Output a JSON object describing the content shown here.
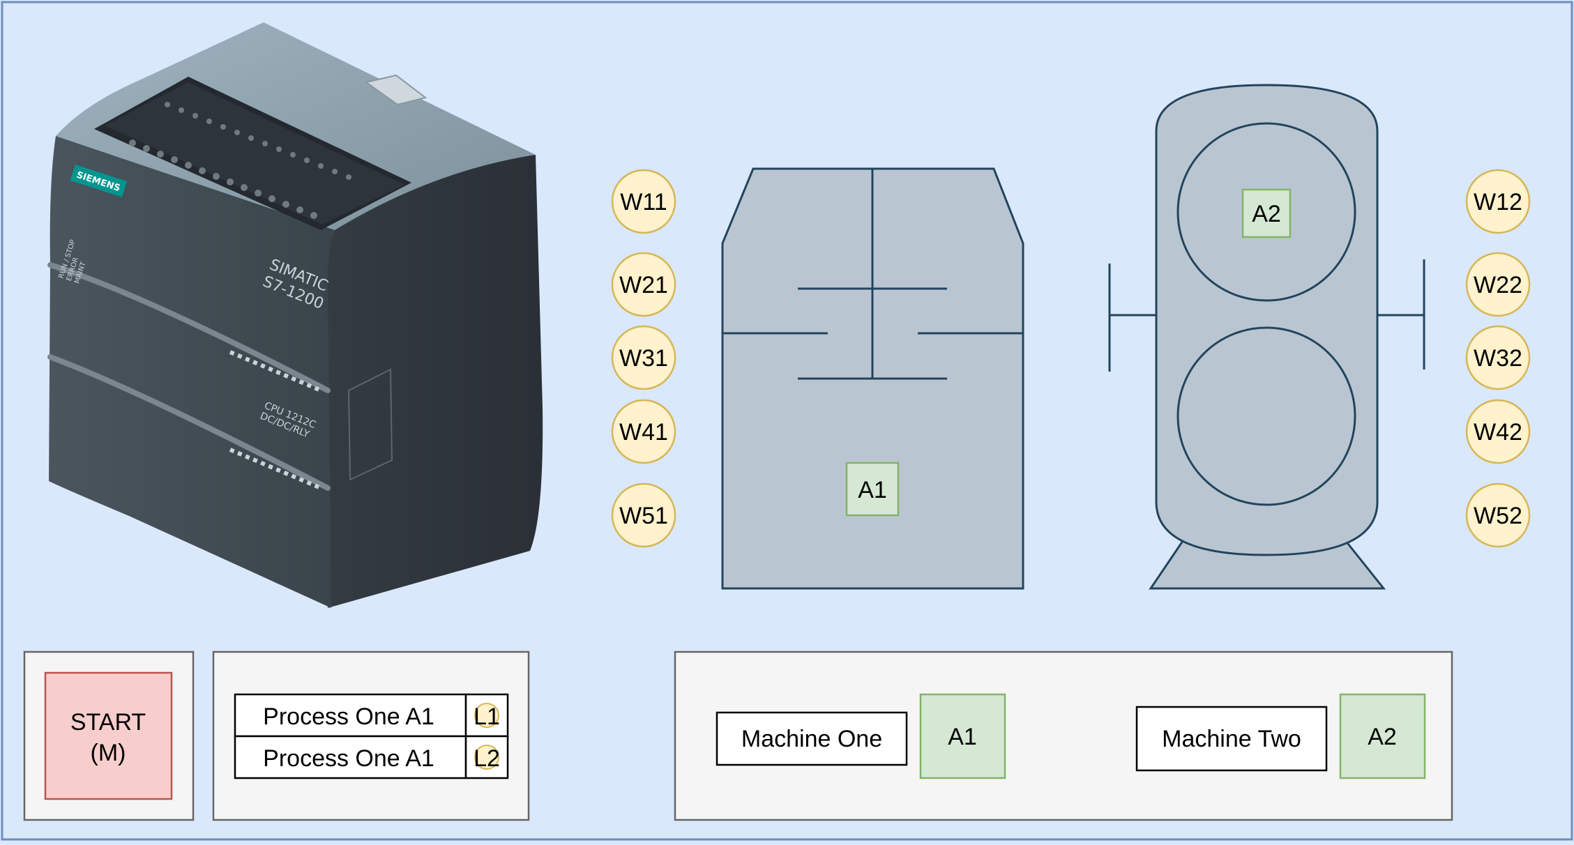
{
  "colors": {
    "canvas": "#dae8fc",
    "canvas_border": "#6c8ebf",
    "lamp_fill": "#fff2cc",
    "lamp_stroke": "#d6b656",
    "indicator_fill": "#d5e8d4",
    "indicator_stroke": "#82b366",
    "start_fill": "#f8cecc",
    "start_stroke": "#b85450",
    "equipment_fill": "#b9c6d1",
    "equipment_stroke": "#23445d",
    "panel_fill": "#f5f5f5",
    "panel_stroke": "#666666"
  },
  "plc": {
    "brand": "SIEMENS",
    "model_line1": "SIMATIC",
    "model_line2": "S7-1200",
    "cpu_line1": "CPU 1212C",
    "cpu_line2": "DC/DC/RLY",
    "status_leds": [
      "RUN / STOP",
      "ERROR",
      "MAINT"
    ]
  },
  "lamps_left": [
    "W11",
    "W21",
    "W31",
    "W41",
    "W51"
  ],
  "lamps_right": [
    "W12",
    "W22",
    "W32",
    "W42",
    "W52"
  ],
  "machine_one_indicator": "A1",
  "machine_two_indicator": "A2",
  "start_button": {
    "line1": "START",
    "line2": "(M)"
  },
  "process_table": {
    "rows": [
      {
        "label": "Process One A1",
        "lamp": "L1"
      },
      {
        "label": "Process One A1",
        "lamp": "L2"
      }
    ]
  },
  "machine_panel": {
    "machine_one": {
      "label": "Machine One",
      "indicator": "A1"
    },
    "machine_two": {
      "label": "Machine Two",
      "indicator": "A2"
    }
  }
}
